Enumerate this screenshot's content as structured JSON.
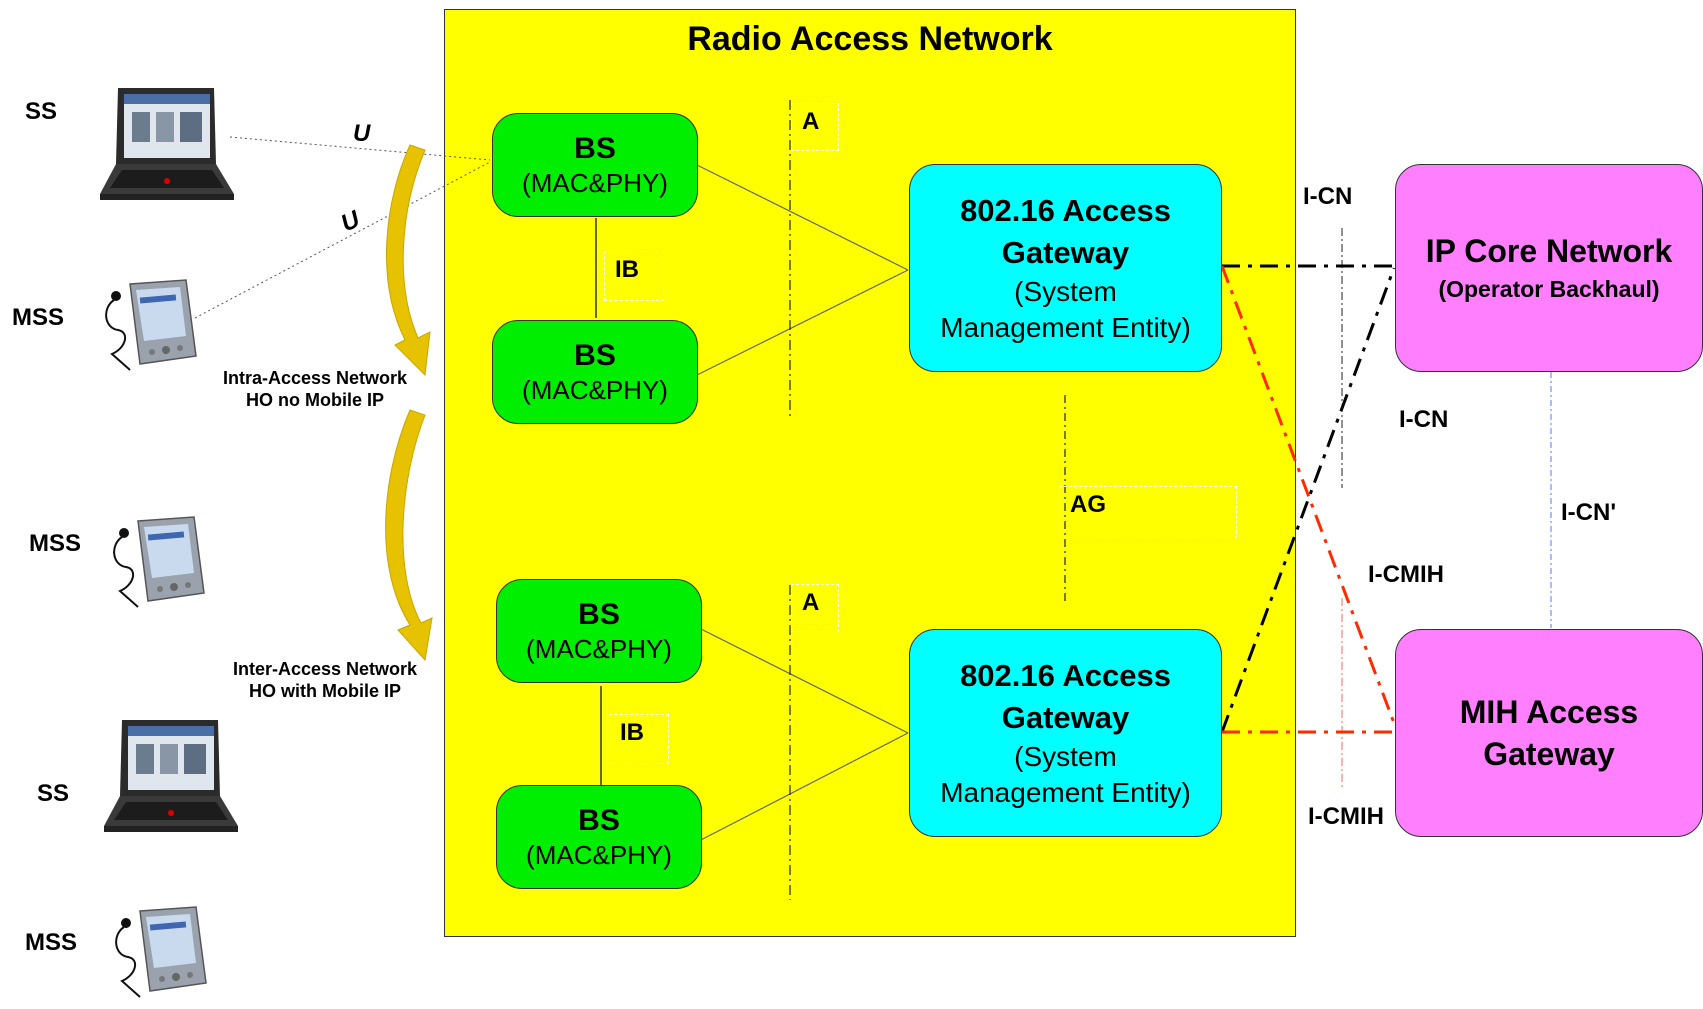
{
  "title": "Radio Access Network",
  "bs": {
    "title": "BS",
    "sub": "(MAC&PHY)"
  },
  "agw": {
    "title_l1": "802.16 Access",
    "title_l2": "Gateway",
    "sub_l1": "(System",
    "sub_l2": "Management Entity)"
  },
  "core": {
    "title": "IP Core Network",
    "sub": "(Operator Backhaul)"
  },
  "mih": {
    "l1": "MIH Access",
    "l2": "Gateway"
  },
  "labels": {
    "a": "A",
    "ib": "IB",
    "ag": "AG",
    "u": "U",
    "icn": "I-CN",
    "icn_prime": "I-CN'",
    "icmih": "I-CMIH",
    "ss": "SS",
    "mss": "MSS"
  },
  "handover": {
    "intra_l1": "Intra-Access Network",
    "intra_l2": "HO no Mobile IP",
    "inter_l1": "Inter-Access Network",
    "inter_l2": "HO with Mobile IP"
  },
  "colors": {
    "ran": "#ffff00",
    "bs": "#00ee00",
    "agw": "#00ffff",
    "core": "#ff7fff",
    "ho_arrow": "#e6c200",
    "mih_link": "#ff2a00"
  },
  "icons": {
    "ss": "laptop-icon",
    "mss": "pda-icon",
    "handover": "curved-arrow-icon"
  }
}
